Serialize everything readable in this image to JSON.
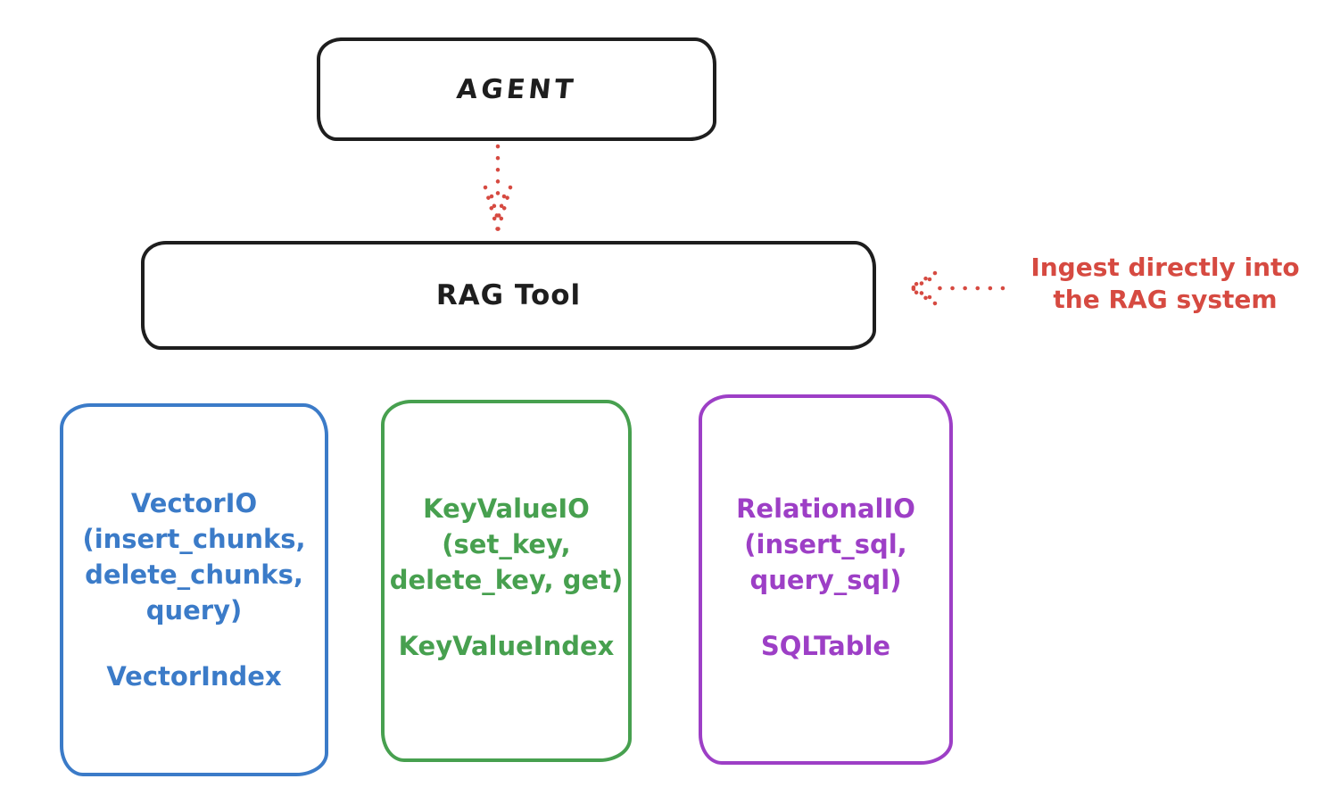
{
  "diagram": {
    "agent": {
      "label": "AGENT"
    },
    "rag_tool": {
      "label": "RAG Tool"
    },
    "annotation": {
      "line1": "Ingest directly into",
      "line2": "the RAG system"
    },
    "io_boxes": [
      {
        "title": "VectorIO",
        "methods": [
          "(insert_chunks,",
          "delete_chunks,",
          "query)"
        ],
        "index": "VectorIndex",
        "color": "#3b7bc8"
      },
      {
        "title": "KeyValueIO",
        "methods": [
          "(set_key,",
          "delete_key, get)"
        ],
        "index": "KeyValueIndex",
        "color": "#47a04f"
      },
      {
        "title": "RelationalIO",
        "methods": [
          "(insert_sql,",
          "query_sql)"
        ],
        "index": "SQLTable",
        "color": "#9d3fc6"
      }
    ],
    "colors": {
      "stroke": "#1e1e1e",
      "accent_red": "#d64a41",
      "background": "#ffffff"
    }
  }
}
